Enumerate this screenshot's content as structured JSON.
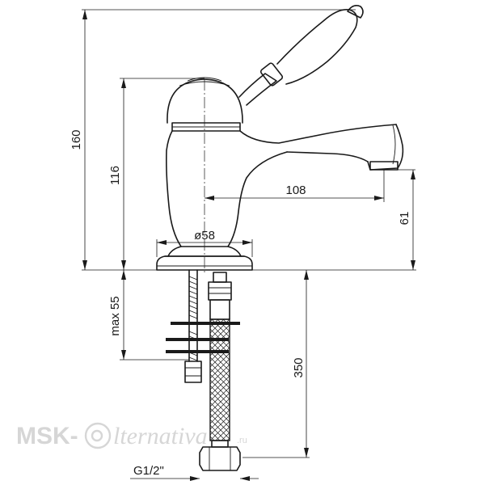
{
  "dimensions": {
    "height_total": "160",
    "height_spout": "116",
    "spout_reach": "108",
    "spout_clearance": "61",
    "base_diameter": "ø58",
    "max_thickness": "max 55",
    "hose_length": "350",
    "thread": "G1/2\""
  },
  "watermark": {
    "prefix": "MSK-",
    "name": "lternativa",
    "suffix": ".ru"
  },
  "colors": {
    "line": "#1a1a1a",
    "watermark": "#d6d6d6"
  }
}
